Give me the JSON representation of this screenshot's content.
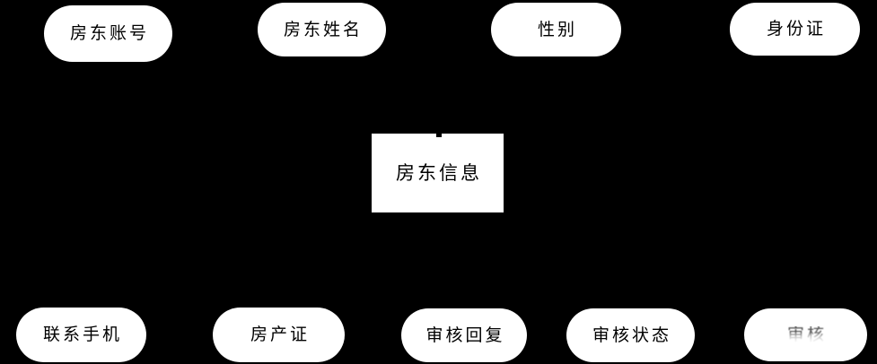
{
  "diagram": {
    "type": "entity-attribute-diagram",
    "colors": {
      "background": "#000000",
      "node_fill": "#ffffff",
      "node_text": "#000000",
      "faded_text": "#4a4a4a"
    },
    "entity": {
      "label": "房东信息"
    },
    "top_attributes": [
      {
        "label": "房东账号"
      },
      {
        "label": "房东姓名"
      },
      {
        "label": "性别"
      },
      {
        "label": "身份证"
      }
    ],
    "bottom_attributes": [
      {
        "label": "联系手机"
      },
      {
        "label": "房产证"
      },
      {
        "label": "审核回复"
      },
      {
        "label": "审核状态"
      },
      {
        "label": "审核",
        "style": "faded"
      }
    ]
  }
}
